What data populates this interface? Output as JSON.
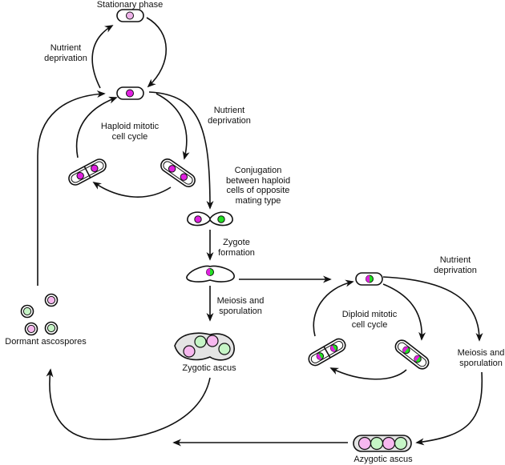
{
  "labels": {
    "stationary_phase": "Stationary phase",
    "nutrient_deprivation_top": "Nutrient\ndeprivation",
    "nutrient_deprivation_right": "Nutrient\ndeprivation",
    "nutrient_deprivation_diploid": "Nutrient\ndeprivation",
    "haploid_cycle": "Haploid mitotic\ncell cycle",
    "conjugation": "Conjugation\nbetween haploid\ncells of opposite\nmating type",
    "zygote_formation": "Zygote\nformation",
    "meiosis_sporulation_left": "Meiosis and\nsporulation",
    "meiosis_sporulation_right": "Meiosis and\nsporulation",
    "diploid_cycle": "Diploid mitotic\ncell cycle",
    "zygotic_ascus": "Zygotic ascus",
    "azygotic_ascus": "Azygotic ascus",
    "dormant_ascospores": "Dormant ascospores"
  },
  "colors": {
    "haploid_nucleus": "#e020e0",
    "mating_nucleus": "#22e022",
    "spore_pink": "#f7b8ef",
    "spore_green": "#c6f5c6",
    "stationary_nucleus": "#efb3ea",
    "ascus_fill": "#e4e4e4",
    "outline": "#111111"
  }
}
